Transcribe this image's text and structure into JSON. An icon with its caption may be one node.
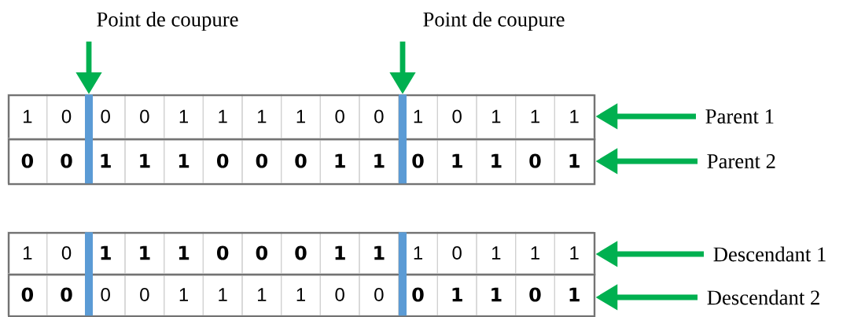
{
  "diagram": {
    "nodes": [
      {
        "text": [
          "Point de coupure"
        ]
      },
      {
        "text": [
          "Point de coupure"
        ]
      },
      {
        "text": [
          "1",
          "0",
          "0",
          "0",
          "1",
          "1",
          "1",
          "1",
          "0",
          "0",
          "1",
          "0",
          "1",
          "1",
          "1"
        ]
      },
      {
        "text": [
          "**0**",
          "**0**",
          "**1**",
          "**1**",
          "**1**",
          "**0**",
          "**0**",
          "**0**",
          "**1**",
          "**1**",
          "**0**",
          "**1**",
          "**1**",
          "**0**",
          "**1**"
        ]
      },
      {
        "text": [
          "Parent 1"
        ]
      },
      {
        "text": [
          "Parent 2"
        ]
      },
      {
        "text": [
          "1",
          "0",
          "**1**",
          "**1**",
          "**1**",
          "**0**",
          "**0**",
          "**0**",
          "**1**",
          "**1**",
          "1",
          "0",
          "1",
          "1",
          "1"
        ]
      },
      {
        "text": [
          "**0**",
          "**0**",
          "0",
          "0",
          "1",
          "1",
          "1",
          "1",
          "0",
          "0",
          "**0**",
          "**1**",
          "**1**",
          "**0**",
          "**1**"
        ]
      },
      {
        "text": [
          "Descendant 1"
        ]
      },
      {
        "text": [
          "Descendant 2"
        ]
      },
      {
        "text": [],
        "shape": "bar"
      },
      {
        "text": [],
        "shape": "bar"
      },
      {
        "text": [],
        "shape": "bar"
      },
      {
        "text": [],
        "shape": "bar"
      }
    ],
    "edges": [
      {
        "from": 0,
        "to": 10,
        "arrow": "to"
      },
      {
        "from": 1,
        "to": 11,
        "arrow": "to"
      },
      {
        "from": 4,
        "to": 2,
        "arrow": "to"
      },
      {
        "from": 5,
        "to": 3,
        "arrow": "to"
      },
      {
        "from": 8,
        "to": 6,
        "arrow": "to"
      },
      {
        "from": 9,
        "to": 7,
        "arrow": "to"
      }
    ]
  }
}
